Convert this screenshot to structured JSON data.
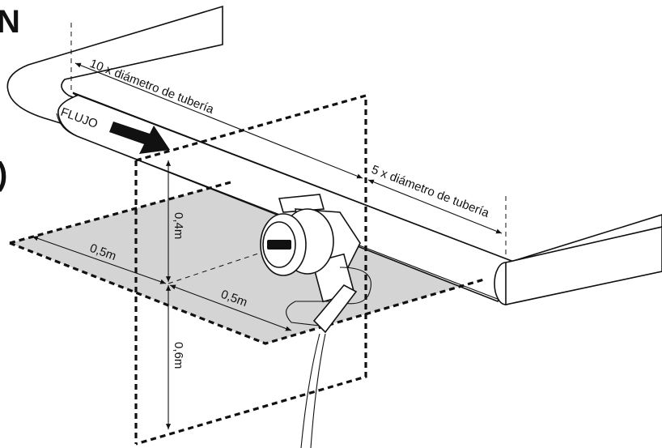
{
  "header": {
    "partial_title": "N",
    "partial_bracket": ")"
  },
  "flow": {
    "label": "FLUJO"
  },
  "dimensions": {
    "upstream": "10 x diámetro de tubería",
    "downstream": "5 x diámetro de tubería",
    "width_left": "0,5m",
    "width_right": "0,5m",
    "height_up": "0,4m",
    "height_down": "0,6m"
  },
  "colors": {
    "shaded_zone": "#d4d4d4",
    "line": "#111111",
    "background": "#ffffff"
  },
  "icons": [
    "flow-arrow-icon",
    "sensor-device-icon"
  ]
}
